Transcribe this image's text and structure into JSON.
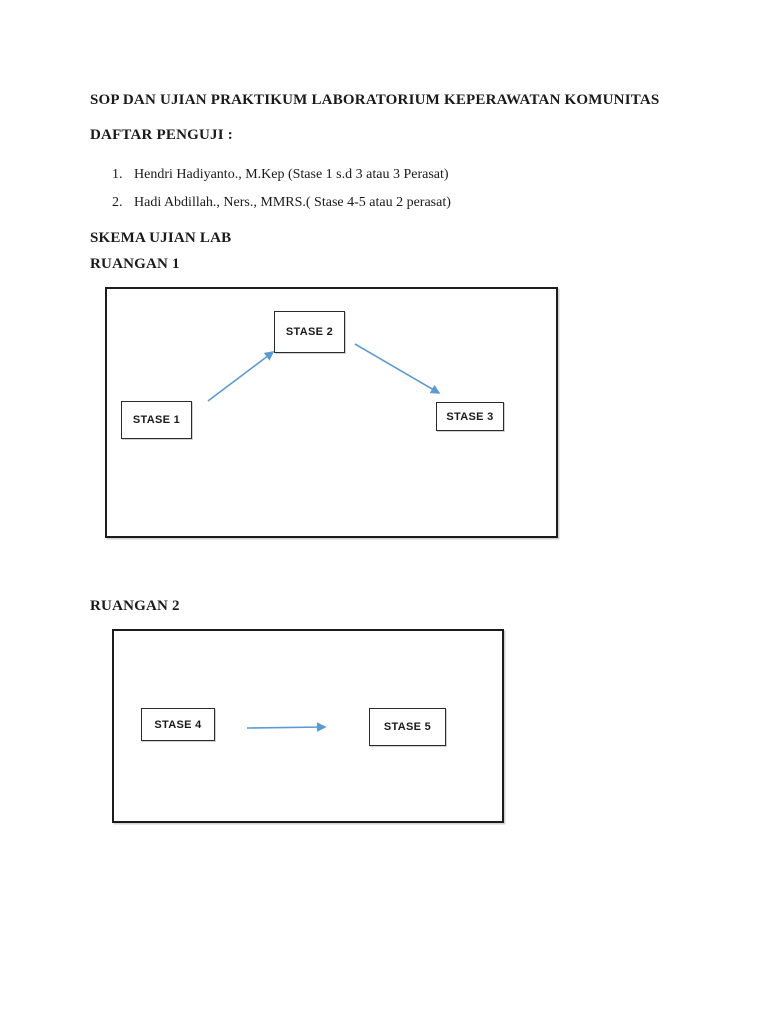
{
  "doc": {
    "title": "SOP DAN UJIAN PRAKTIKUM LABORATORIUM KEPERAWATAN KOMUNITAS",
    "daftar_heading": "DAFTAR PENGUJI :",
    "examiners": [
      {
        "num": "1.",
        "text": "Hendri Hadiyanto., M.Kep (Stase 1 s.d 3 atau 3 Perasat)"
      },
      {
        "num": "2.",
        "text": "Hadi Abdillah., Ners., MMRS.( Stase 4-5 atau 2 perasat)"
      }
    ],
    "skema_heading": "SKEMA UJIAN LAB",
    "room1_heading": "RUANGAN 1",
    "room2_heading": "RUANGAN 2"
  },
  "room1_diagram": {
    "stations": [
      "STASE 1",
      "STASE 2",
      "STASE 3"
    ],
    "connections": [
      {
        "from": "STASE 1",
        "to": "STASE 2"
      },
      {
        "from": "STASE 2",
        "to": "STASE 3"
      }
    ]
  },
  "room2_diagram": {
    "stations": [
      "STASE 4",
      "STASE 5"
    ],
    "connections": [
      {
        "from": "STASE 4",
        "to": "STASE 5"
      }
    ]
  },
  "colors": {
    "arrow_blue": "#5B9BD5",
    "box_border": "#2b2b2b",
    "outer_border": "#1c1c1c",
    "text": "#1a1a1a",
    "page_background": "#ffffff"
  }
}
